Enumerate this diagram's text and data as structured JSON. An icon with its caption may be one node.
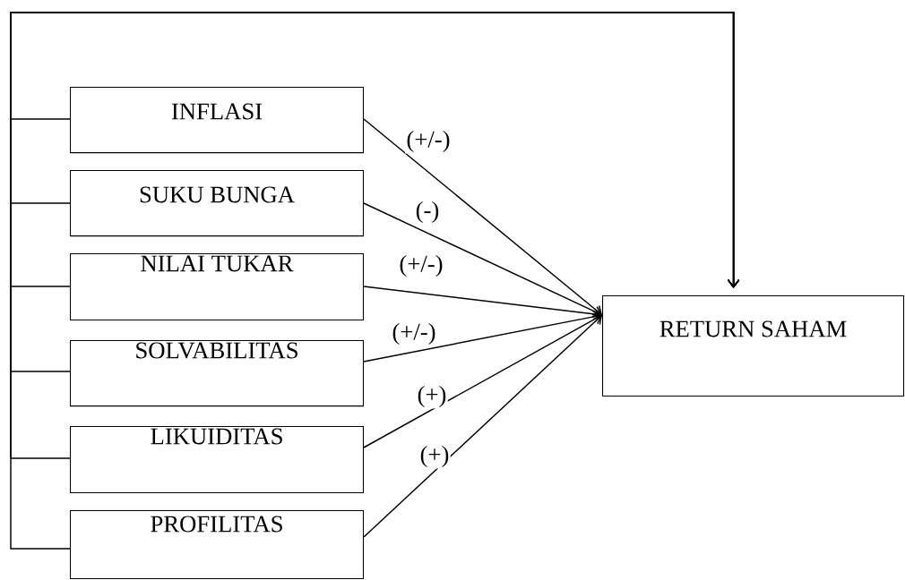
{
  "diagram": {
    "nodes": [
      {
        "text": [
          "INFLASI"
        ]
      },
      {
        "text": [
          "SUKU BUNGA"
        ]
      },
      {
        "text": [
          "NILAI TUKAR"
        ]
      },
      {
        "text": [
          "SOLVABILITAS"
        ]
      },
      {
        "text": [
          "LIKUIDITAS"
        ]
      },
      {
        "text": [
          "PROFILITAS"
        ]
      },
      {
        "text": [
          "RETURN SAHAM"
        ]
      }
    ],
    "edges": [
      {
        "from": 0,
        "to": 6,
        "arrow": "to",
        "label": "(+/-)"
      },
      {
        "from": 1,
        "to": 6,
        "arrow": "to",
        "label": "(-)"
      },
      {
        "from": 2,
        "to": 6,
        "arrow": "to",
        "label": "(+/-)"
      },
      {
        "from": 3,
        "to": 6,
        "arrow": "to",
        "label": "(+/-)"
      },
      {
        "from": 4,
        "to": 6,
        "arrow": "to",
        "label": "(+)"
      },
      {
        "from": 5,
        "to": 6,
        "arrow": "to",
        "label": "(+)"
      },
      {
        "from": 0,
        "to": 6,
        "arrow": "to"
      },
      {
        "from": 1,
        "to": 6,
        "arrow": "to"
      },
      {
        "from": 2,
        "to": 6,
        "arrow": "to"
      },
      {
        "from": 3,
        "to": 6,
        "arrow": "to"
      },
      {
        "from": 4,
        "to": 6,
        "arrow": "to"
      },
      {
        "from": 5,
        "to": 6,
        "arrow": "to"
      }
    ]
  }
}
